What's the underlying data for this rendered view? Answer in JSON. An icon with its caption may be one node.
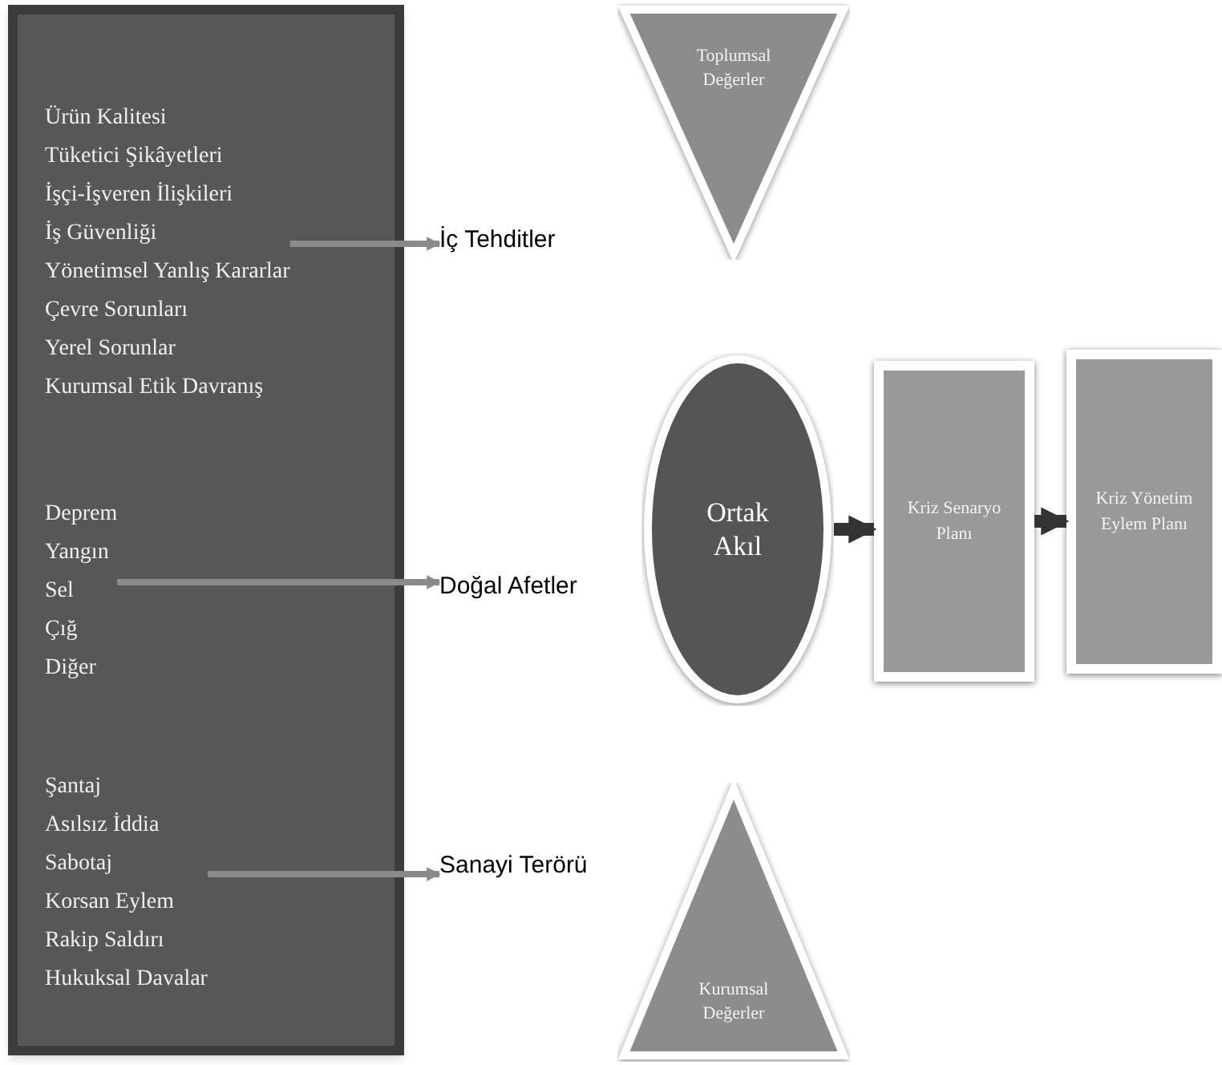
{
  "diagram": {
    "nodes": [
      {
        "text": [],
        "shape": "box"
      },
      {
        "text": [
          "Ürün Kalitesi",
          "Tüketici Şikâyetleri",
          "İşçi-İşveren İlişkileri",
          "İş Güvenliği",
          "Yönetimsel Yanlış Kararlar",
          "Çevre Sorunları",
          "Yerel Sorunlar",
          "Kurumsal Etik Davranış"
        ],
        "in": 0
      },
      {
        "text": [
          "Deprem",
          "Yangın",
          "Sel",
          "Çığ",
          "Diğer"
        ],
        "in": 0
      },
      {
        "text": [
          "Şantaj",
          "Asılsız İddia",
          "Sabotaj",
          "Korsan Eylem",
          "Rakip Saldırı",
          "Hukuksal Davalar"
        ],
        "in": 0
      },
      {
        "text": [
          "İç Tehditler"
        ]
      },
      {
        "text": [
          "Doğal Afetler"
        ]
      },
      {
        "text": [
          "Sanayi Terörü"
        ]
      },
      {
        "text": [
          "Toplumsal Değerler"
        ]
      },
      {
        "text": [
          "Ortak Akıl"
        ]
      },
      {
        "text": [
          "Kriz Senaryo Planı"
        ]
      },
      {
        "text": [
          "Kriz Yönetim Eylem Planı"
        ]
      },
      {
        "text": [
          "Kurumsal Değerler"
        ]
      }
    ],
    "edges": [
      {
        "from": 1,
        "to": 4,
        "arrow": "to"
      },
      {
        "from": 2,
        "to": 5,
        "arrow": "to"
      },
      {
        "from": 3,
        "to": 6,
        "arrow": "to"
      },
      {
        "from": 8,
        "to": 9,
        "arrow": "to",
        "style": "thick",
        "color": "#333333"
      },
      {
        "from": 9,
        "to": 10,
        "arrow": "to",
        "style": "thick",
        "color": "#333333"
      }
    ]
  }
}
